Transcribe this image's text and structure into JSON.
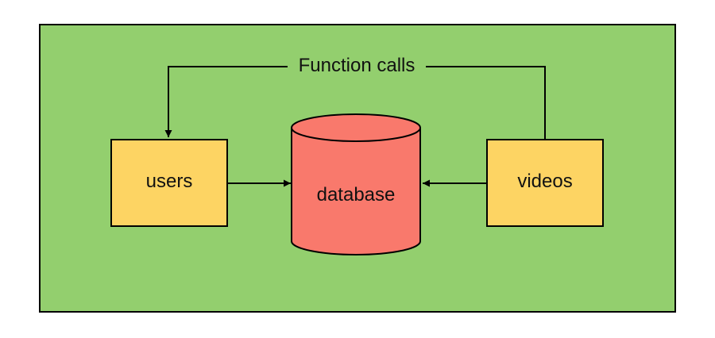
{
  "diagram": {
    "edge_label": "Function calls",
    "nodes": {
      "users": {
        "label": "users"
      },
      "database": {
        "label": "database"
      },
      "videos": {
        "label": "videos"
      }
    }
  },
  "colors": {
    "container_fill": "#93cf6e",
    "box_fill": "#fdd463",
    "cylinder_fill": "#f9796c",
    "stroke": "#000000"
  }
}
